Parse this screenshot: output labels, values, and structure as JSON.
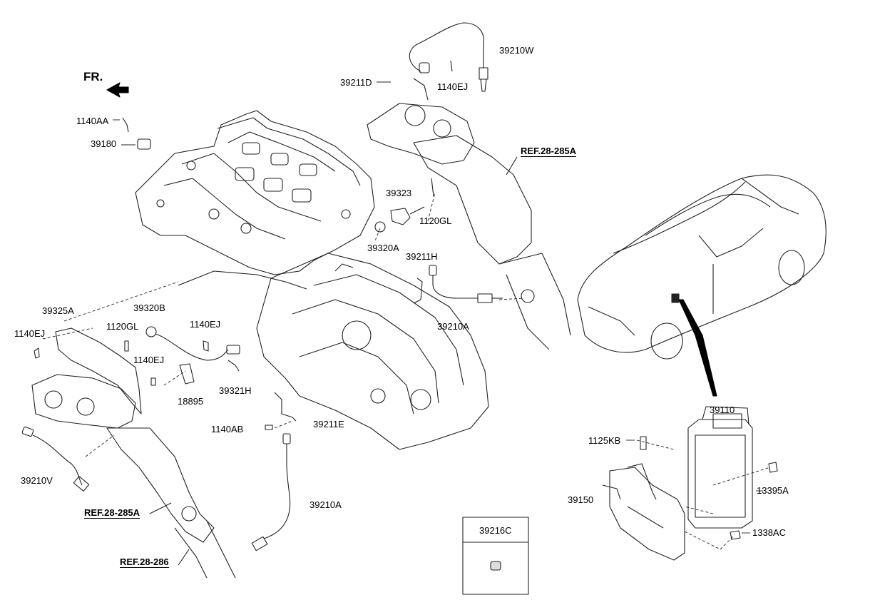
{
  "front_indicator": "FR.",
  "parts": {
    "p39210W": "39210W",
    "p39211D": "39211D",
    "p1140EJ_top": "1140EJ",
    "p1140AA": "1140AA",
    "p39180": "39180",
    "p39323": "39323",
    "p1120GL_top": "1120GL",
    "p39320A": "39320A",
    "p39211H": "39211H",
    "p39210A_mid": "39210A",
    "p39325A": "39325A",
    "p39320B": "39320B",
    "p1140EJ_left": "1140EJ",
    "p1120GL_left": "1120GL",
    "p1140EJ_mid": "1140EJ",
    "p1140EJ_low": "1140EJ",
    "p18895": "18895",
    "p39321H": "39321H",
    "p1140AB": "1140AB",
    "p39211E": "39211E",
    "p39210V": "39210V",
    "p39210A_low": "39210A",
    "p39110": "39110",
    "p1125KB": "1125KB",
    "p13395A": "13395A",
    "p39150": "39150",
    "p1338AC": "1338AC",
    "p39216C": "39216C"
  },
  "refs": {
    "ref_top": "REF.28-285A",
    "ref_left": "REF.28-285A",
    "ref_bottom": "REF.28-286"
  }
}
